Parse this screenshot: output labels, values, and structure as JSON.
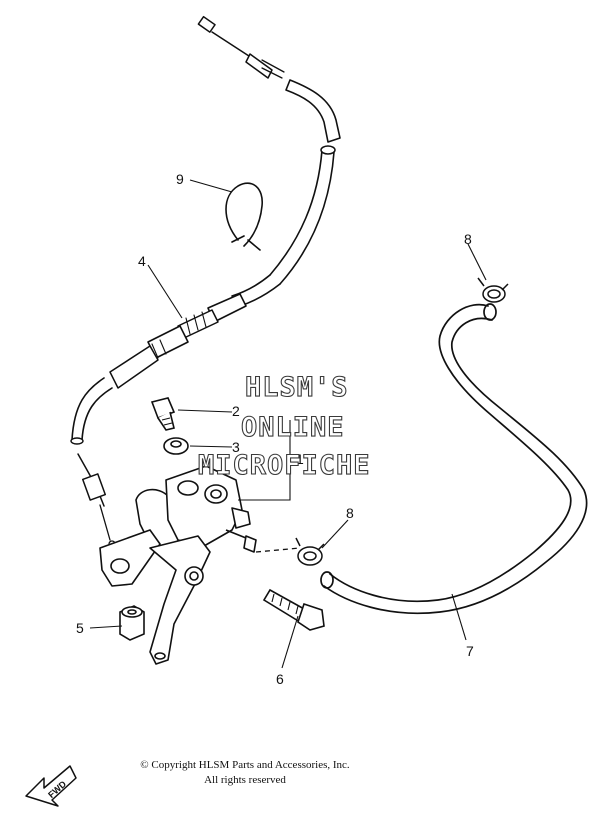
{
  "watermark": {
    "line1": "HLSM'S",
    "line2": "ONLINE",
    "line3": "MICROFICHE"
  },
  "callouts": {
    "c1": "1",
    "c2": "2",
    "c3": "3",
    "c4": "4",
    "c5": "5",
    "c6": "6",
    "c7": "7",
    "c8a": "8",
    "c8b": "8",
    "c9": "9"
  },
  "fwd_label": "FWD",
  "footer": {
    "copyright": "© Copyright HLSM Parts and Accessories, Inc.",
    "rights": "All rights reserved"
  },
  "colors": {
    "ink": "#111111",
    "paper": "#ffffff"
  }
}
